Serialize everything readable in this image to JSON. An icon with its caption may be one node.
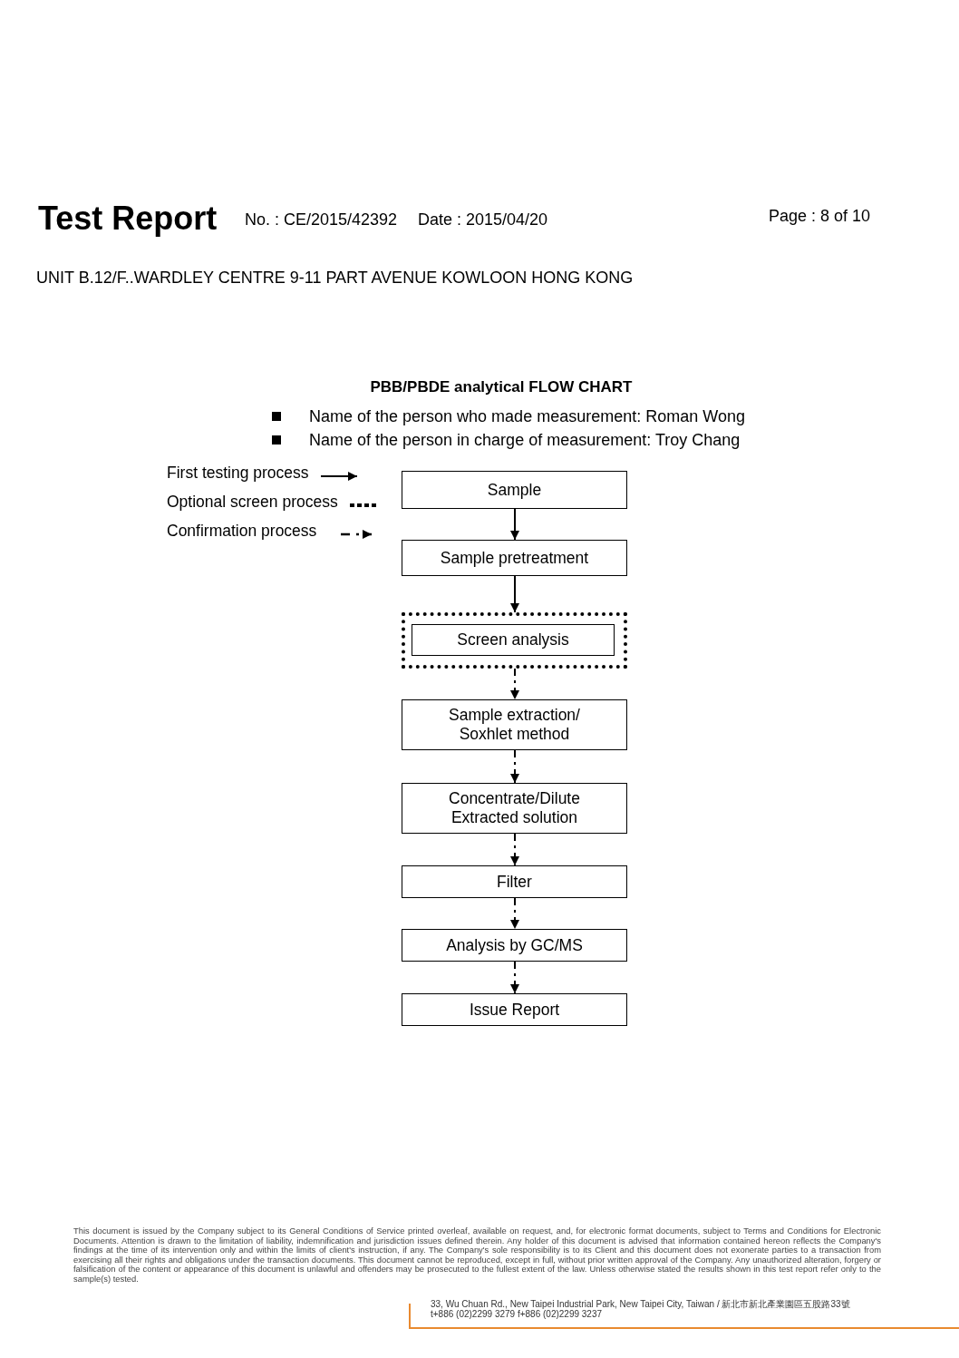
{
  "diagram": {
    "title": "PBB/PBDE analytical FLOW CHART",
    "nodes": [
      {
        "text": [
          "Sample"
        ]
      },
      {
        "text": [
          "Sample pretreatment"
        ]
      },
      {
        "text": [],
        "shape": "box"
      },
      {
        "text": [
          "Screen analysis"
        ],
        "in": 2
      },
      {
        "text": [
          "Sample extraction/ Soxhlet method"
        ]
      },
      {
        "text": [
          "Concentrate/Dilute Extracted solution"
        ]
      },
      {
        "text": [
          "Filter"
        ]
      },
      {
        "text": [
          "Analysis by GC/MS"
        ]
      },
      {
        "text": [
          "Issue Report"
        ]
      }
    ],
    "edges": [
      {
        "from": 0,
        "to": 1,
        "arrow": "to"
      },
      {
        "from": 1,
        "to": 2,
        "arrow": "to"
      },
      {
        "from": 2,
        "to": 4,
        "arrow": "to",
        "style": "dashed"
      },
      {
        "from": 4,
        "to": 5,
        "arrow": "to",
        "style": "dashed"
      },
      {
        "from": 5,
        "to": 6,
        "arrow": "to",
        "style": "dashed"
      },
      {
        "from": 6,
        "to": 7,
        "arrow": "to",
        "style": "dashed"
      },
      {
        "from": 7,
        "to": 8,
        "arrow": "to",
        "style": "dashed"
      }
    ],
    "labels": [
      "Test Report",
      "No. : CE/2015/42392",
      "Date : 2015/04/20",
      "Page : 8 of 10",
      "UNIT B.12/F..WARDLEY CENTRE 9-11 PART AVENUE KOWLOON HONG KONG",
      "Name of the person who made measurement: Roman Wong",
      "Name of the person in charge of measurement: Troy Chang",
      "This document is issued by the Company subject to its General Conditions of Service printed overleaf, available on request, and, for electronic format documents, subject to Terms and Conditions for Electronic Documents. Attention is drawn to the limitation of liability, indemnification and jurisdiction issues defined therein. Any holder of this document is advised that information contained hereon reflects the Company's findings at the time of its intervention only and within the limits of client's instruction, if any. The Company's sole responsibility is to its Client and this document does not exonerate parties to a transaction from exercising all their rights and obligations under the transaction documents. This document cannot be reproduced, except in full, without prior written approval of the Company. Any unauthorized alteration, forgery or falsification of the content or appearance of this document is unlawful and offenders may be prosecuted to the fullest extent of the law. Unless otherwise stated the results shown in this test report refer only to the sample(s) tested.",
      "33, Wu Chuan Rd., New Taipei Industrial Park, New Taipei City, Taiwan / 新北市新北產業園區五股路33號",
      "t+886 (02)2299 3279 f+886 (02)2299 3237"
    ],
    "legend": [
      {
        "text": "First testing process"
      },
      {
        "text": "Optional screen process"
      },
      {
        "text": "Confirmation process"
      }
    ]
  }
}
